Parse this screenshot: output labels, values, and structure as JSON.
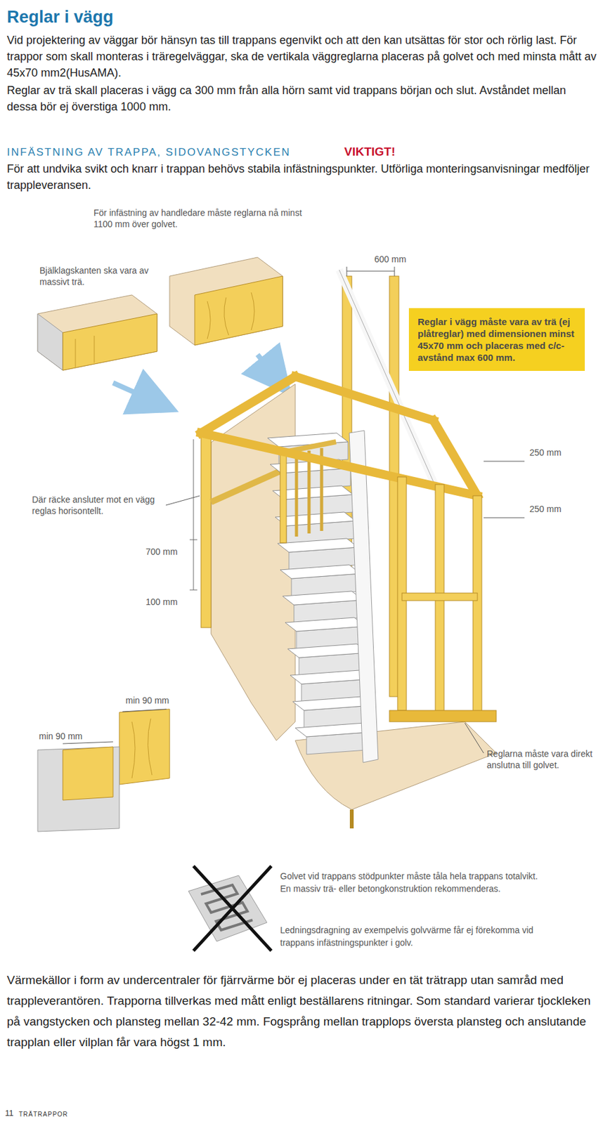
{
  "diagram": {
    "title": "Reglar i vägg",
    "nodes": [
      {
        "text": [
          "Reglar i vägg måste vara av trä (ej plåtreglar) med dimensionen minst 45x70 mm och placeras med c/c-avstånd max 600 mm."
        ]
      }
    ],
    "labels": [
      "Vid projektering av väggar bör hänsyn tas till trappans egenvikt och att den kan utsättas för stor och rörlig last. För trappor som skall monteras i träregelväggar, ska de vertikala väggreglarna placeras på golvet och med minsta mått av 45x70 mm2(HusAMA).",
      "Reglar av trä skall placeras i vägg ca 300 mm från alla hörn samt vid trappans början och slut. Avståndet mellan dessa bör ej överstiga 1000 mm.",
      "INFÄSTNING AV TRAPPA, SIDOVANGSTYCKEN",
      "VIKTIGT!",
      "För att undvika svikt och knarr i trappan behövs stabila infästningspunkter. Utförliga monteringsanvisningar medföljer trappleveransen.",
      "För infästning av handledare måste reglarna nå minst 1100 mm över golvet.",
      "Bjälklagskanten ska vara av massivt trä.",
      "600 mm",
      "250 mm",
      "250 mm",
      "Där räcke ansluter mot en vägg reglas horisontellt.",
      "700 mm",
      "100 mm",
      "min 90 mm",
      "min 90 mm",
      "Reglarna måste vara direkt anslutna till golvet.",
      "Golvet vid trappans stödpunkter måste tåla hela trappans totalvikt. En massiv trä- eller betongkonstruktion rekommenderas.",
      "Ledningsdragning av exempelvis golvvärme får ej förekomma vid trappans infästningspunkter i golv.",
      "Värmekällor i form av undercentraler för fjärrvärme bör ej placeras under en tät trätrapp utan samråd med trappleverantören. Trapporna tillverkas med mått enligt beställarens ritningar. Som standard varierar tjockleken på vangstycken och plansteg mellan 32-42 mm. Fogsprång mellan trapplops översta plansteg och anslutande trapplan eller vilplan får vara högst 1 mm.",
      "11",
      "TRÄTRAPPOR"
    ]
  }
}
